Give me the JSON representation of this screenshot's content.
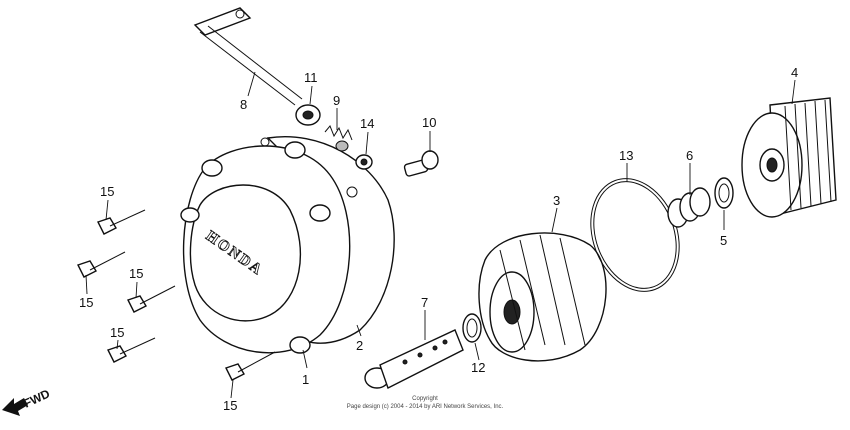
{
  "diagram": {
    "brand_lettering": "HONDA",
    "fwd_label": "FWD",
    "copyright": {
      "line1": "Copyright",
      "line2": "Page design (c) 2004 - 2014 by ARI Network Services, Inc."
    },
    "callouts": [
      {
        "id": "c1",
        "text": "1"
      },
      {
        "id": "c2",
        "text": "2"
      },
      {
        "id": "c3",
        "text": "3"
      },
      {
        "id": "c4",
        "text": "4"
      },
      {
        "id": "c5",
        "text": "5"
      },
      {
        "id": "c6",
        "text": "6"
      },
      {
        "id": "c7",
        "text": "7"
      },
      {
        "id": "c8",
        "text": "8"
      },
      {
        "id": "c9",
        "text": "9"
      },
      {
        "id": "c10",
        "text": "10"
      },
      {
        "id": "c11",
        "text": "11"
      },
      {
        "id": "c12",
        "text": "12"
      },
      {
        "id": "c13",
        "text": "13"
      },
      {
        "id": "c14",
        "text": "14"
      },
      {
        "id": "c15a",
        "text": "15"
      },
      {
        "id": "c15b",
        "text": "15"
      },
      {
        "id": "c15c",
        "text": "15"
      },
      {
        "id": "c15d",
        "text": "15"
      },
      {
        "id": "c15e",
        "text": "15"
      }
    ]
  }
}
